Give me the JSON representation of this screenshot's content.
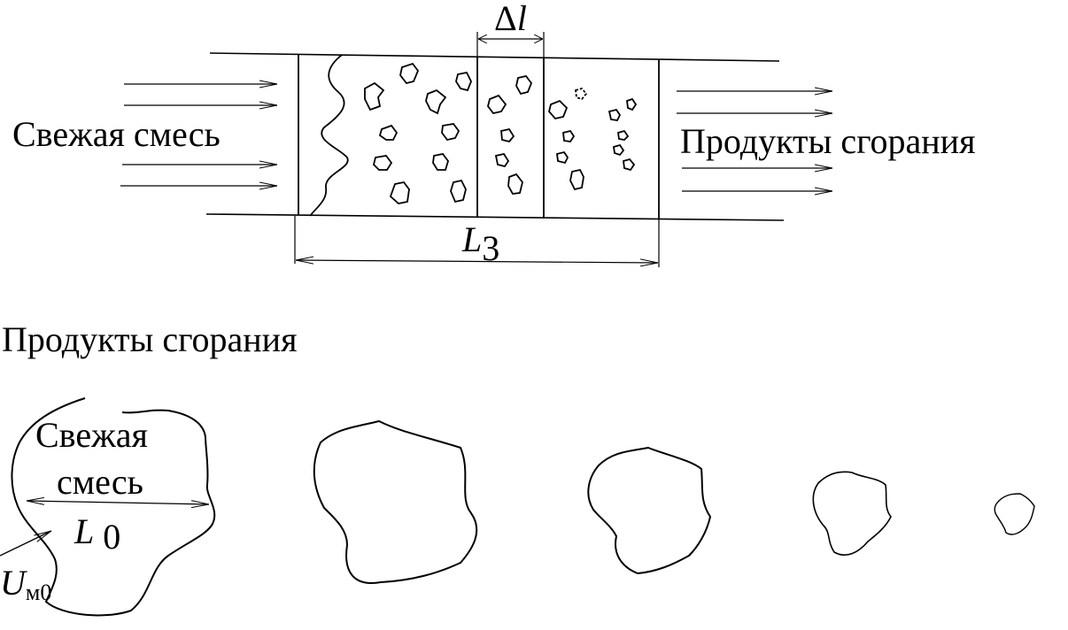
{
  "labels": {
    "fresh_mix": "Свежая смесь",
    "fresh_mix_line1": "Свежая",
    "fresh_mix_line2": "смесь",
    "products": "Продукты сгорания",
    "delta_symbol": "Δ",
    "delta_var": "l",
    "length_L": "L",
    "length_L_sub": "3",
    "L0_var": "L",
    "L0_sub": "0",
    "U_var": "U",
    "U_sub": "м0"
  },
  "style": {
    "stroke_color": "#000000",
    "background_color": "#ffffff"
  }
}
